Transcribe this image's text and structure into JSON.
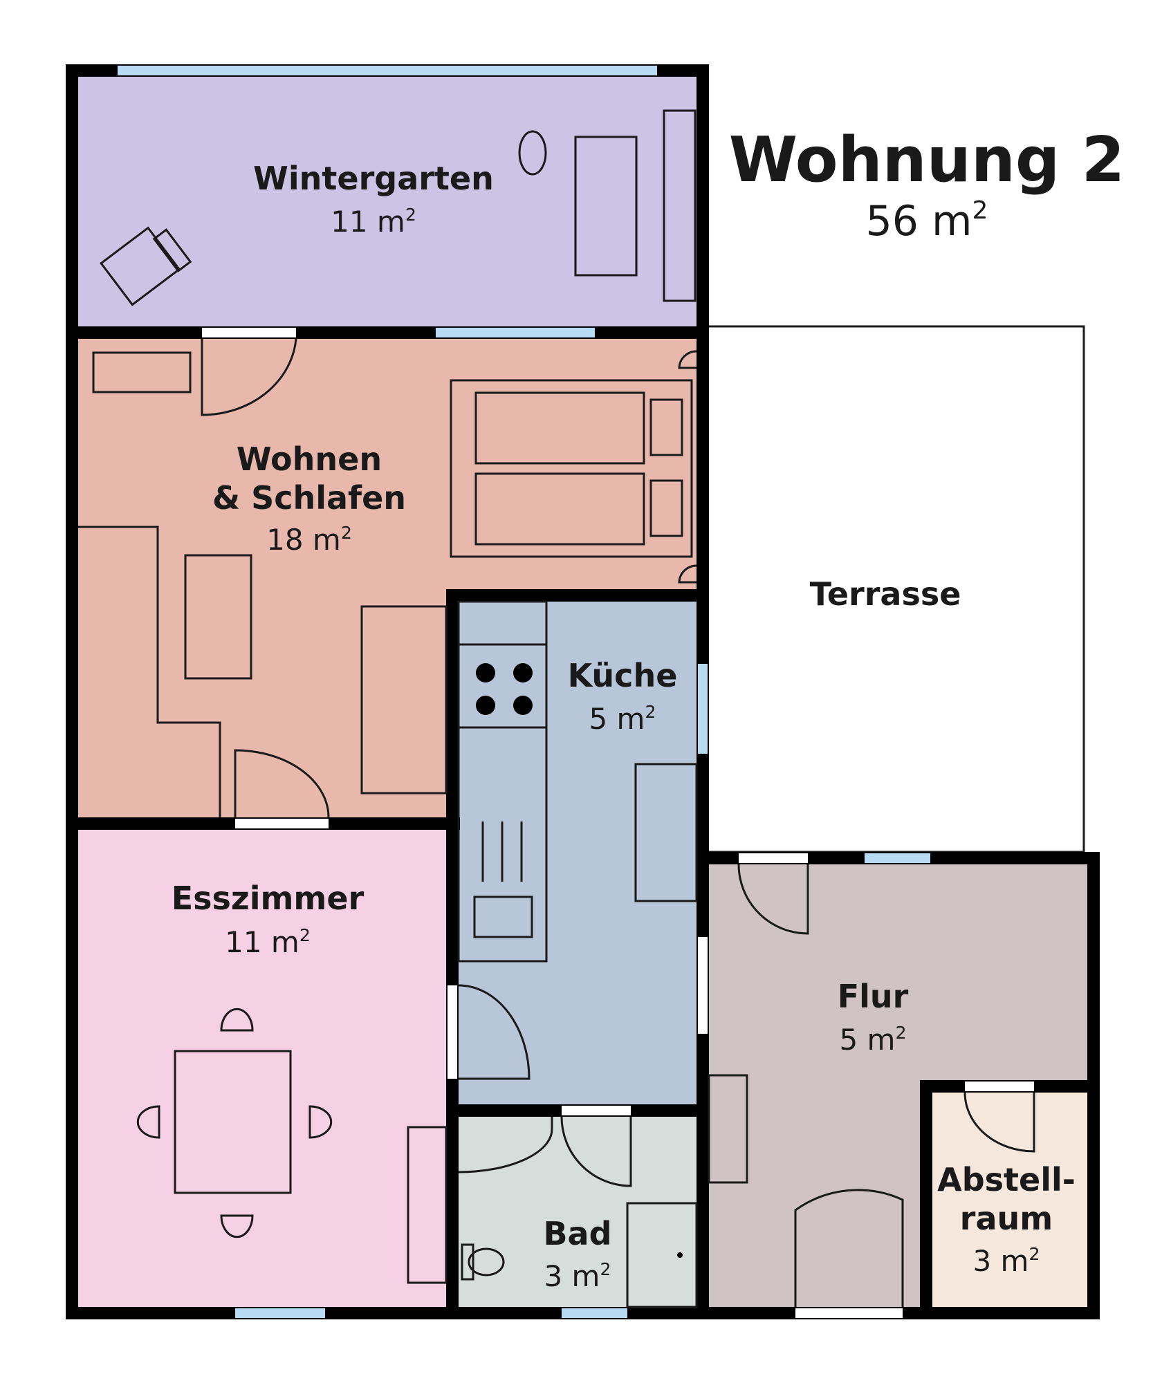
{
  "title": {
    "name": "Wohnung 2",
    "area": "56 m",
    "area_sup": "2"
  },
  "colors": {
    "wintergarten": "#cbc4e5",
    "wohnen": "#e8b8ad",
    "esszimmer": "#f6d1e4",
    "kueche": "#b8c6d9",
    "bad": "#d6ddda",
    "flur": "#d0c3c6",
    "abstellraum": "#f5e7dc",
    "terrasse": "#ffffff",
    "wall": "#000000",
    "window": "#b7dbf2"
  },
  "rooms": {
    "wintergarten": {
      "name": "Wintergarten",
      "area": "11 m",
      "area_sup": "2"
    },
    "wohnen": {
      "name_line1": "Wohnen",
      "name_line2": "& Schlafen",
      "area": "18 m",
      "area_sup": "2"
    },
    "esszimmer": {
      "name": "Esszimmer",
      "area": "11 m",
      "area_sup": "2"
    },
    "kueche": {
      "name": "Küche",
      "area": "5 m",
      "area_sup": "2"
    },
    "terrasse": {
      "name": "Terrasse"
    },
    "flur": {
      "name": "Flur",
      "area": "5 m",
      "area_sup": "2"
    },
    "bad": {
      "name": "Bad",
      "area": "3 m",
      "area_sup": "2"
    },
    "abstellraum": {
      "name_line1": "Abstell-",
      "name_line2": "raum",
      "area": "3 m",
      "area_sup": "2"
    }
  }
}
